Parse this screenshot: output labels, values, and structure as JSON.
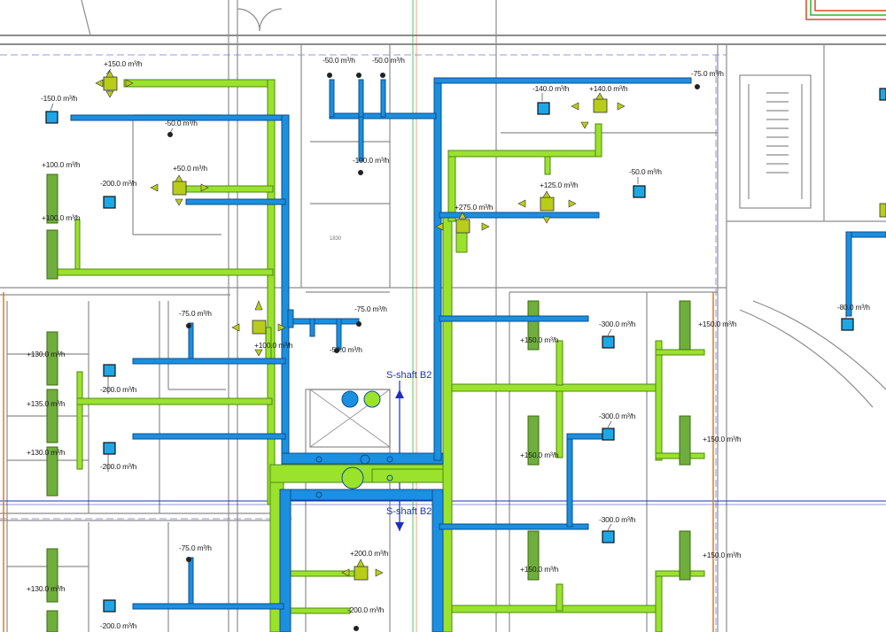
{
  "colors": {
    "supply_duct": "#9be22d",
    "supply_stroke": "#4c8a0d",
    "exhaust_duct": "#1b8fe0",
    "exhaust_stroke": "#0c4f8a",
    "wall": "#8c8c8c",
    "grid_line": "#1b2fc7",
    "terminal_fill": "#1ea7e6"
  },
  "shafts": [
    {
      "label": "S-shaft B2"
    },
    {
      "label": "S-shaft B2"
    }
  ],
  "rooms": [
    {
      "label": "1830"
    }
  ],
  "flow_labels": [
    "+150.0 m³/h",
    "-150.0 m³/h",
    "-50.0 m³/h",
    "-50.0 m³/h",
    "-50.0 m³/h",
    "-75.0 m³/h",
    "-140.0 m³/h",
    "+140.0 m³/h",
    "+100.0 m³/h",
    "-200.0 m³/h",
    "+50.0 m³/h",
    "-100.0 m³/h",
    "+275.0 m³/h",
    "+125.0 m³/h",
    "-50.0 m³/h",
    "+100.0 m³/h",
    "-75.0 m³/h",
    "-75.0 m³/h",
    "+100.0 m³/h",
    "-50.0 m³/h",
    "-80.0 m³/h",
    "+130.0 m³/h",
    "-200.0 m³/h",
    "+135.0 m³/h",
    "+130.0 m³/h",
    "-200.0 m³/h",
    "-300.0 m³/h",
    "+150.0 m³/h",
    "+150.0 m³/h",
    "-300.0 m³/h",
    "+150.0 m³/h",
    "+150.0 m³/h",
    "+200.0 m³/h",
    "-75.0 m³/h",
    "-200.0 m³/h",
    "+130.0 m³/h",
    "-200.0 m³/h",
    "-300.0 m³/h",
    "+150.0 m³/h",
    "+150.0 m³/h"
  ]
}
